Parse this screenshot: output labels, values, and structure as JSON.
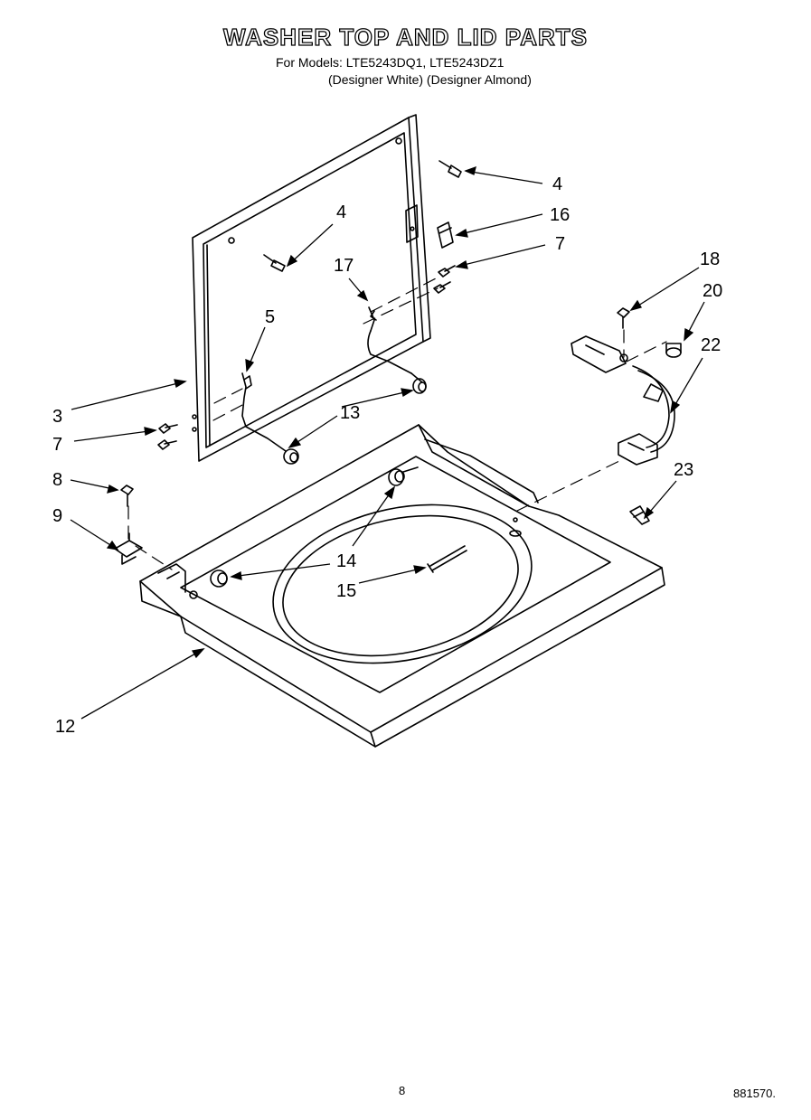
{
  "title": "WASHER TOP AND LID PARTS",
  "models_line": "For Models: LTE5243DQ1, LTE5243DZ1",
  "variants_line": "(Designer White) (Designer Almond)",
  "callouts": [
    "4",
    "4",
    "16",
    "7",
    "17",
    "18",
    "20",
    "22",
    "5",
    "3",
    "7",
    "13",
    "8",
    "9",
    "14",
    "15",
    "12",
    "23"
  ],
  "page_number": "8",
  "document_number": "881570."
}
